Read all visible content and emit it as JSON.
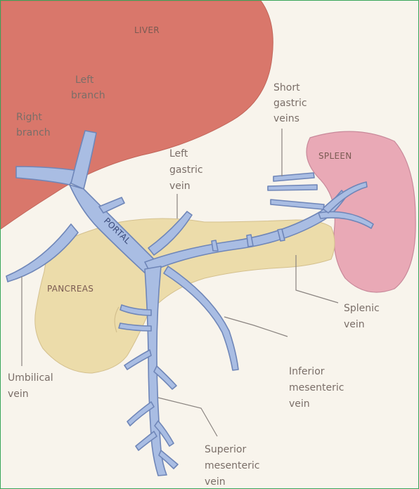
{
  "organs": {
    "liver": "LIVER",
    "spleen": "SPLEEN",
    "pancreas": "PANCREAS",
    "portal": "PORTAL"
  },
  "labels": {
    "left_branch": [
      "Left",
      "branch"
    ],
    "right_branch": [
      "Right",
      "branch"
    ],
    "short_gastric": [
      "Short",
      "gastric",
      "veins"
    ],
    "left_gastric": [
      "Left",
      "gastric",
      "vein"
    ],
    "splenic": [
      "Splenic",
      "vein"
    ],
    "inferior_mesenteric": [
      "Inferior",
      "mesenteric",
      "vein"
    ],
    "umbilical": [
      "Umbilical",
      "vein"
    ],
    "superior_mesenteric": [
      "Superior",
      "mesenteric",
      "vein"
    ]
  },
  "colors": {
    "liver": "#d9776b",
    "spleen": "#e9a9b6",
    "pancreas": "#ecdcaa",
    "vein": "#a9bde3",
    "frame": "#3aa65a"
  }
}
